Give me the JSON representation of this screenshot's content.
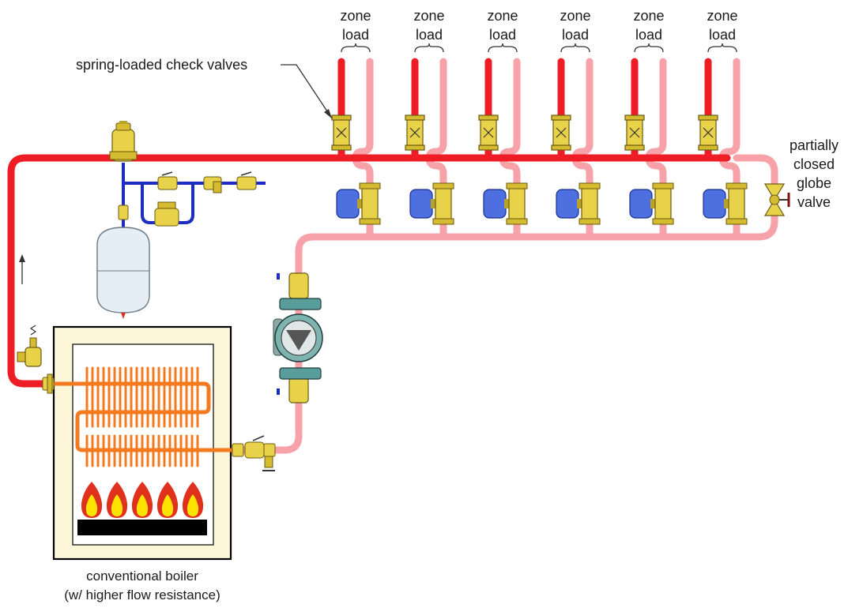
{
  "labels": {
    "zone_load_line1": "zone",
    "zone_load_line2": "load",
    "check_valves": "spring-loaded check valves",
    "globe_valve": [
      "partially",
      "closed",
      "globe",
      "valve"
    ],
    "boiler_caption_1": "conventional boiler",
    "boiler_caption_2": "(w/ higher flow resistance)"
  },
  "zone_count": 6,
  "colors": {
    "supply": "#ee1c25",
    "return": "#f7a1a8",
    "boiler_pipe": "#f47a20",
    "expansion_piping": "#1c2dbf",
    "brass": "#e8d24a",
    "circulator_blue": "#4d6fe0",
    "circulator_body": "#5a9e9c",
    "boiler_jacket": "#fdf6d8",
    "tank": "#e6eef5",
    "burner": "#000000",
    "flame_outer": "#e0301e",
    "flame_inner": "#ffe400"
  },
  "icons": [
    "check-valve-icon",
    "circulator-icon",
    "globe-valve-icon",
    "air-separator-icon",
    "expansion-tank-icon",
    "relief-valve-icon",
    "flame-icon",
    "flow-arrow-icon"
  ]
}
